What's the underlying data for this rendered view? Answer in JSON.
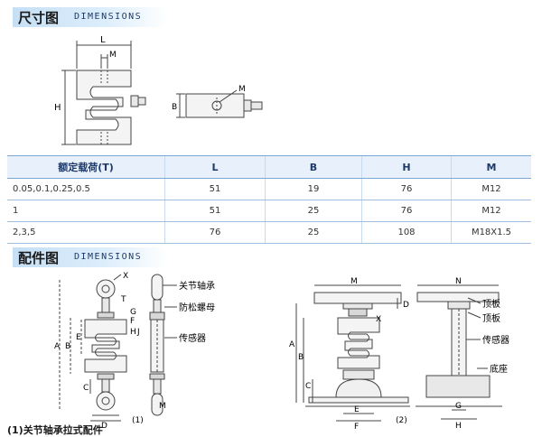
{
  "section1": {
    "title_cn": "尺寸图",
    "title_en": "DIMENSIONS"
  },
  "section2": {
    "title_cn": "配件图",
    "title_en": "DIMENSIONS"
  },
  "drawing1": {
    "L": "L",
    "M": "M",
    "H": "H",
    "B": "B",
    "M2": "M"
  },
  "spec_table": {
    "headers": [
      "额定载荷(T)",
      "L",
      "B",
      "H",
      "M"
    ],
    "rows": [
      [
        "0.05,0.1,0.25,0.5",
        "51",
        "19",
        "76",
        "M12"
      ],
      [
        "1",
        "51",
        "25",
        "76",
        "M12"
      ],
      [
        "2,3,5",
        "76",
        "25",
        "108",
        "M18X1.5"
      ]
    ]
  },
  "fig1": {
    "X": "X",
    "T": "T",
    "G": "G",
    "A": "A",
    "E": "E",
    "B": "B",
    "H": "H",
    "J": "J",
    "F": "F",
    "C": "C",
    "D": "D",
    "M": "M",
    "num": "(1)",
    "label_bearing": "关节轴承",
    "label_nut": "防松螺母",
    "label_sensor": "传感器"
  },
  "fig2": {
    "M": "M",
    "N": "N",
    "D": "D",
    "X": "X",
    "A": "A",
    "B": "B",
    "C": "C",
    "E": "E",
    "F": "F",
    "G": "G",
    "H": "H",
    "num": "(2)",
    "label_top1": "顶板",
    "label_top2": "顶板",
    "label_sensor": "传感器",
    "label_base": "底座"
  },
  "caption": "(1)关节轴承拉式配件"
}
